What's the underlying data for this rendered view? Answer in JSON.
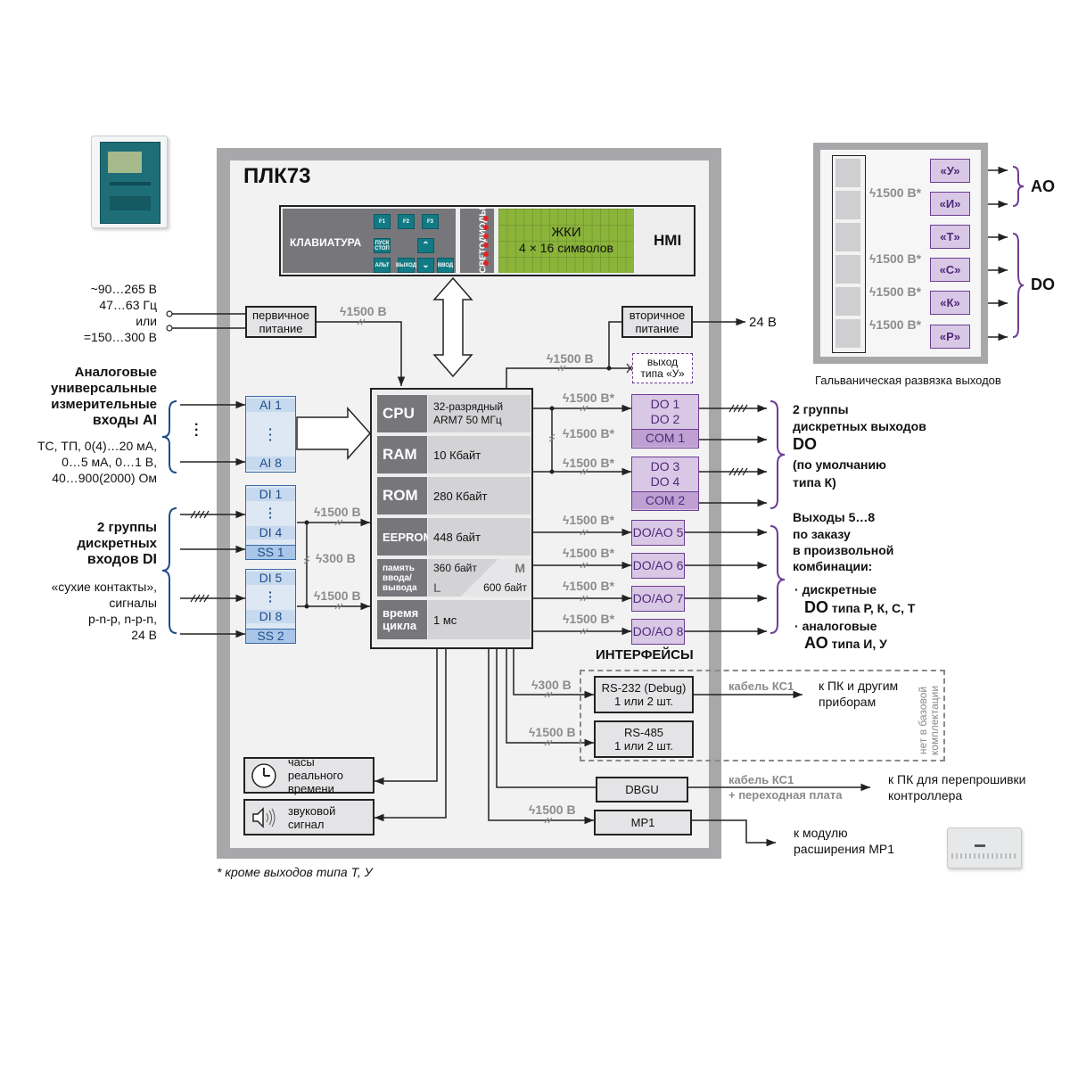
{
  "title": "ПЛК73",
  "hmi": {
    "keyboard_label": "КЛАВИАТУРА",
    "keys": [
      "F1",
      "F2",
      "F3",
      "ПУСК СТОП",
      "АЛЬТ",
      "ВЫХОД",
      "ВВОД"
    ],
    "leds_label": "СВЕТОДИОДЫ",
    "led_count": 6,
    "lcd_line1": "ЖКИ",
    "lcd_line2": "4 × 16 символов",
    "hmi_label": "HMI",
    "lcd_color": "#8ab43a"
  },
  "power": {
    "input_lines": [
      "~90…265 В",
      "47…63 Гц",
      "или",
      "=150…300 В"
    ],
    "primary": [
      "первичное",
      "питание"
    ],
    "primary_iso": "1500 В",
    "secondary": [
      "вторичное",
      "питание"
    ],
    "secondary_out": "24 В",
    "secondary_iso": "1500 В",
    "y_output": [
      "выход",
      "типа «У»"
    ]
  },
  "ai": {
    "title": [
      "Аналоговые",
      "универсальные",
      "измерительные",
      "входы AI"
    ],
    "desc": [
      "ТС, ТП, 0(4)…20 мА,",
      "0…5 мА, 0…1 В,",
      "40…900(2000) Ом"
    ],
    "first": "AI 1",
    "last": "AI 8"
  },
  "di": {
    "title": [
      "2 группы",
      "дискретных",
      "входов DI"
    ],
    "desc": [
      "«сухие контакты»,",
      "сигналы",
      "p-n-p, n-p-n,",
      "24 В"
    ],
    "group1": [
      "DI 1",
      "DI 4",
      "SS 1"
    ],
    "group2": [
      "DI 5",
      "DI 8",
      "SS 2"
    ],
    "iso1": "1500 В",
    "iso_between": "300 В",
    "iso2": "1500 В"
  },
  "specs": [
    {
      "key": "CPU",
      "value": "32-разрядный ARM7  50 МГц"
    },
    {
      "key": "RAM",
      "value": "10 Кбайт"
    },
    {
      "key": "ROM",
      "value": "280 Кбайт"
    },
    {
      "key": "EEPROM",
      "value": "448 байт"
    },
    {
      "key": "память ввода/ вывода",
      "value_m": "360 байт",
      "tag_m": "M",
      "tag_l": "L",
      "value_l": "600 байт"
    },
    {
      "key": "время цикла",
      "value": "1 мс"
    }
  ],
  "do": {
    "iso": [
      "1500 В*",
      "1500 В*",
      "1500 В*"
    ],
    "group1": [
      "DO 1",
      "DO 2",
      "COM 1"
    ],
    "group2": [
      "DO 3",
      "DO 4",
      "COM 2"
    ],
    "title": [
      "2 группы",
      "дискретных выходов",
      "DO",
      "(по умолчанию",
      "типа К)"
    ]
  },
  "doao": {
    "items": [
      "DO/AO 5",
      "DO/AO 6",
      "DO/AO 7",
      "DO/AO 8"
    ],
    "iso": [
      "1500 В*",
      "1500 В*",
      "1500 В*",
      "1500 В*"
    ],
    "title": [
      "Выходы 5…8",
      "по заказу",
      "в произвольной",
      "комбинации:"
    ],
    "bullet1": "дискретные",
    "bullet1b": "DO",
    "bullet1c": "типа Р, К, С, Т",
    "bullet2": "аналоговые",
    "bullet2b": "АО",
    "bullet2c": "типа И, У"
  },
  "interfaces": {
    "title": "ИНТЕРФЕЙСЫ",
    "rs232": [
      "RS-232 (Debug)",
      "1 или 2 шт."
    ],
    "rs232_iso": "300 В",
    "rs485": [
      "RS-485",
      "1 или 2 шт."
    ],
    "rs485_iso": "1500 В",
    "cable": "кабель КС1",
    "to_pc": [
      "к ПК и другим",
      "приборам"
    ],
    "not_included": [
      "нет в базовой",
      "комплектации"
    ],
    "dbgu": "DBGU",
    "dbgu_cable": [
      "кабель КС1",
      "+ переходная плата"
    ],
    "dbgu_to": [
      "к ПК для перепрошивки",
      "контроллера"
    ],
    "mp1": "MP1",
    "mp1_iso": "1500 В",
    "mp1_to": [
      "к модулю",
      "расширения МР1"
    ]
  },
  "peripherals": {
    "rtc": [
      "часы реального",
      "времени"
    ],
    "buzzer": [
      "звуковой",
      "сигнал"
    ]
  },
  "footnote": "* кроме выходов типа Т, У",
  "galvanic": {
    "caption": "Гальваническая развязка выходов",
    "outputs": [
      "«У»",
      "«И»",
      "«Т»",
      "«С»",
      "«К»",
      "«Р»"
    ],
    "iso": [
      "",
      "1500 В*",
      "",
      "1500 В*",
      "1500 В*",
      "1500 В*"
    ],
    "ao_label": "AO",
    "do_label": "DO"
  },
  "colors": {
    "purple": "#6d3d93",
    "blue": "#3a6aa8",
    "frame": "#a8a8ab",
    "teal": "#127a84"
  }
}
